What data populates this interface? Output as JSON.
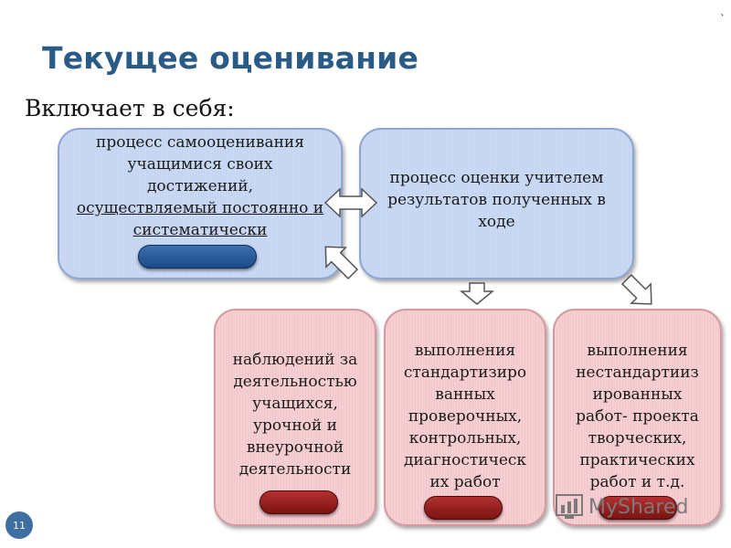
{
  "slide": {
    "title": "Текущее оценивание",
    "subtitle": "Включает в себя:",
    "corner_mark": "`",
    "page_number": "11"
  },
  "boxes": {
    "self_assessment": {
      "lines": [
        "процесс самооценивания",
        "учащимися своих",
        "достижений,",
        "осуществляемый постоянно и",
        "систематически"
      ]
    },
    "teacher_assessment": {
      "lines": [
        "процесс оценки учителем",
        "результатов полученных в",
        "ходе"
      ]
    },
    "observations": {
      "lines": [
        "наблюдений за",
        "деятельностью",
        "учащихся,",
        "урочной и",
        "внеурочной",
        "деятельности"
      ]
    },
    "standard_work": {
      "lines": [
        "выполнения",
        "стандартизиро",
        "ванных",
        "проверочных,",
        "контрольных,",
        "диагностическ",
        "их работ"
      ]
    },
    "nonstandard_work": {
      "lines": [
        "выполнения",
        "нестандартииз",
        "ированных",
        "работ- проекта",
        "творческих,",
        "практических",
        "работ и т.д."
      ]
    }
  },
  "watermark": {
    "text": "MyShared"
  },
  "colors": {
    "title": "#2a5a86",
    "blue_box": "#c9d8f3",
    "red_box": "#f6cfd3",
    "blue_pill": "#1c4a86",
    "red_pill": "#7a1412"
  }
}
